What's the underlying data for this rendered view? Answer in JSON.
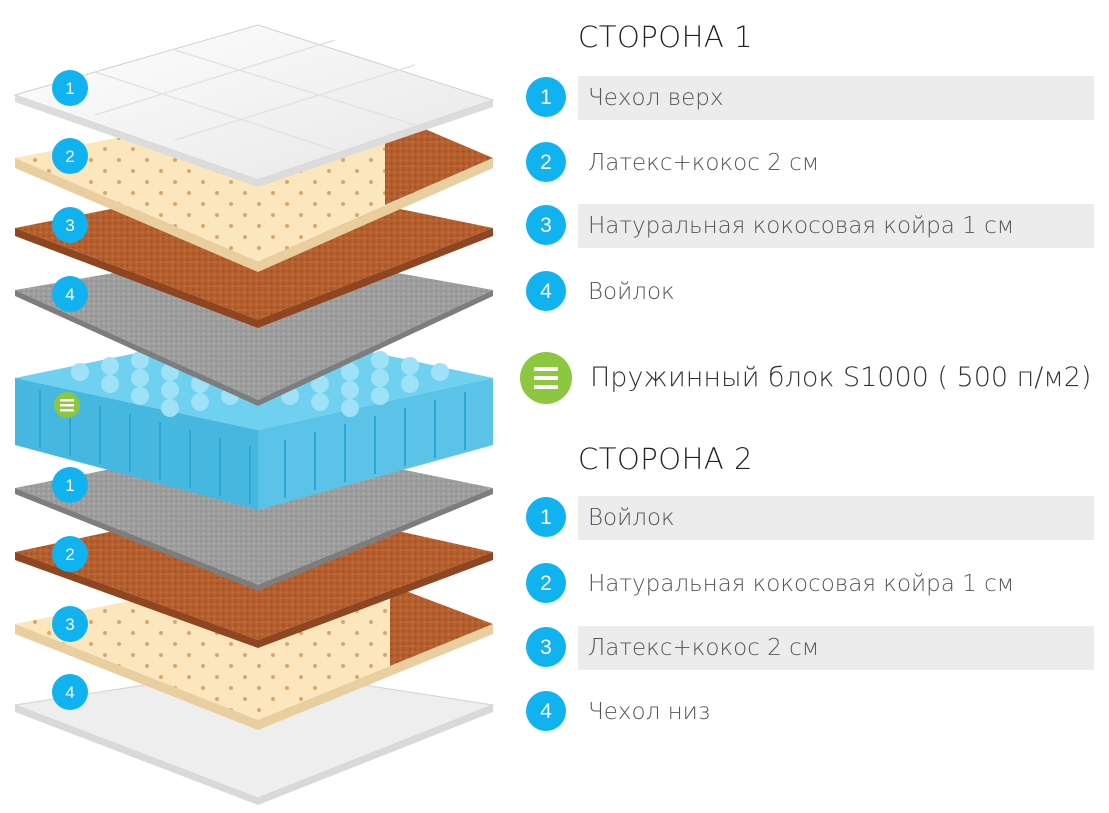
{
  "side1": {
    "title": "СТОРОНА 1",
    "layers": [
      {
        "num": "1",
        "label": "Чехол верх"
      },
      {
        "num": "2",
        "label": "Латекс+кокос 2 см"
      },
      {
        "num": "3",
        "label": "Натуральная кокосовая койра 1 см"
      },
      {
        "num": "4",
        "label": "Войлок"
      }
    ]
  },
  "spring_block": {
    "label": "Пружинный блок S1000 ( 500 п/м2)",
    "icon": "spring-block-icon"
  },
  "side2": {
    "title": "СТОРОНА 2",
    "layers": [
      {
        "num": "1",
        "label": "Войлок"
      },
      {
        "num": "2",
        "label": "Натуральная кокосовая койра 1 см"
      },
      {
        "num": "3",
        "label": "Латекс+кокос 2 см"
      },
      {
        "num": "4",
        "label": "Чехол низ"
      }
    ]
  },
  "colors": {
    "badge": "#10b3f0",
    "spring_icon": "#8dc63f",
    "cover": "#f4f4f4",
    "latex": "#fbe6bd",
    "coir": "#b05a2c",
    "felt": "#9a9a9a",
    "springs": "#59c7ea",
    "row_shade": "#ececec"
  }
}
